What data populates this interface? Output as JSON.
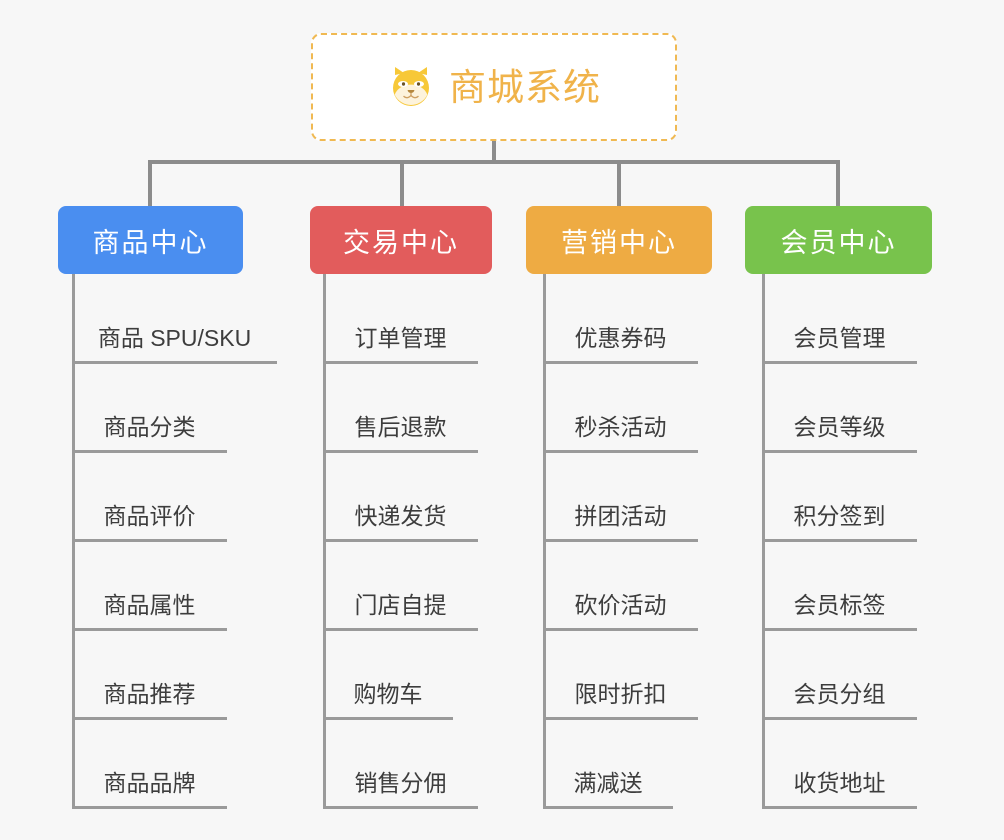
{
  "page": {
    "background_color": "#f7f7f7",
    "line_color": "#8c8c8c",
    "leaf_line_color": "#9a9a9a"
  },
  "root": {
    "title": "商城系统",
    "icon": "shiba-dog-face-icon",
    "text_color": "#f0b34a",
    "border_color": "#f0b952",
    "background_color": "#ffffff"
  },
  "branches": [
    {
      "label": "商品中心",
      "color": "#4a8ef0",
      "leaves": [
        {
          "label": "商品 SPU/SKU"
        },
        {
          "label": "商品分类"
        },
        {
          "label": "商品评价"
        },
        {
          "label": "商品属性"
        },
        {
          "label": "商品推荐"
        },
        {
          "label": "商品品牌"
        }
      ]
    },
    {
      "label": "交易中心",
      "color": "#e25c5c",
      "leaves": [
        {
          "label": "订单管理"
        },
        {
          "label": "售后退款"
        },
        {
          "label": "快递发货"
        },
        {
          "label": "门店自提"
        },
        {
          "label": "购物车"
        },
        {
          "label": "销售分佣"
        }
      ]
    },
    {
      "label": "营销中心",
      "color": "#eeab43",
      "leaves": [
        {
          "label": "优惠券码"
        },
        {
          "label": "秒杀活动"
        },
        {
          "label": "拼团活动"
        },
        {
          "label": "砍价活动"
        },
        {
          "label": "限时折扣"
        },
        {
          "label": "满减送"
        }
      ]
    },
    {
      "label": "会员中心",
      "color": "#78c34c",
      "leaves": [
        {
          "label": "会员管理"
        },
        {
          "label": "会员等级"
        },
        {
          "label": "积分签到"
        },
        {
          "label": "会员标签"
        },
        {
          "label": "会员分组"
        },
        {
          "label": "收货地址"
        }
      ]
    }
  ]
}
